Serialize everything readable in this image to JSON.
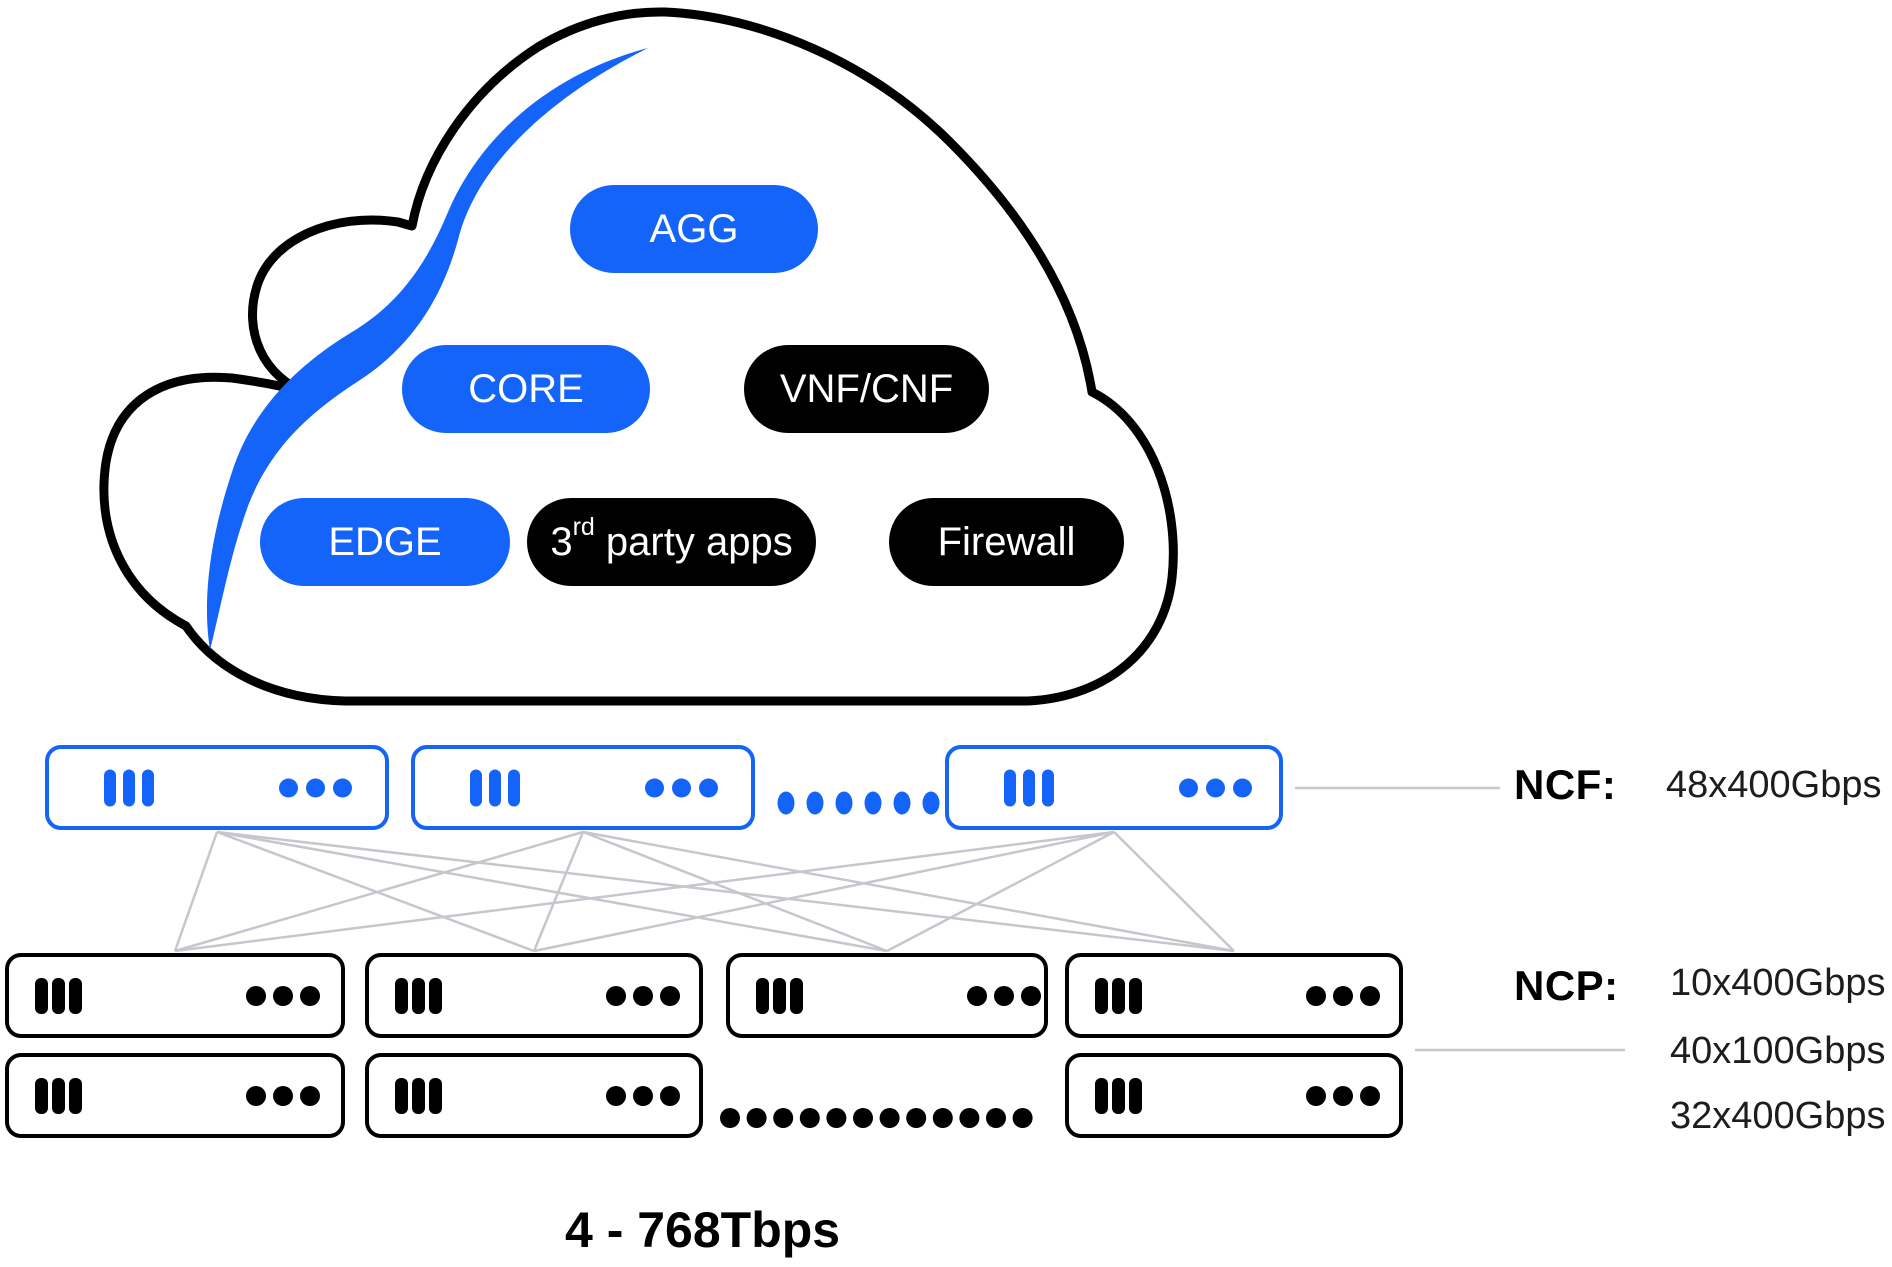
{
  "colors": {
    "blue": "#1464fa",
    "black": "#000000",
    "line_gray": "#c5c7cd",
    "value_text": "#1d1d1f"
  },
  "cloud": {
    "pills": [
      {
        "id": "agg",
        "label": "AGG",
        "style": "blue"
      },
      {
        "id": "core",
        "label": "CORE",
        "style": "blue"
      },
      {
        "id": "vnf-cnf",
        "label": "VNF/CNF",
        "style": "black"
      },
      {
        "id": "edge",
        "label": "EDGE",
        "style": "blue"
      },
      {
        "id": "third-party-apps",
        "label_prefix": "3",
        "label_sup": "rd",
        "label_rest": " party apps",
        "style": "black"
      },
      {
        "id": "firewall",
        "label": "Firewall",
        "style": "black"
      }
    ]
  },
  "ncf": {
    "label": "NCF:",
    "value": "48x400Gbps",
    "switch_count": 3,
    "ellipsis_dots": 6
  },
  "ncp": {
    "label": "NCP:",
    "values": [
      "10x400Gbps",
      "40x100Gbps",
      "32x400Gbps"
    ],
    "row1_switch_count": 4,
    "row2_switch_count": 3,
    "ellipsis_dots": 12
  },
  "caption": "4 - 768Tbps"
}
